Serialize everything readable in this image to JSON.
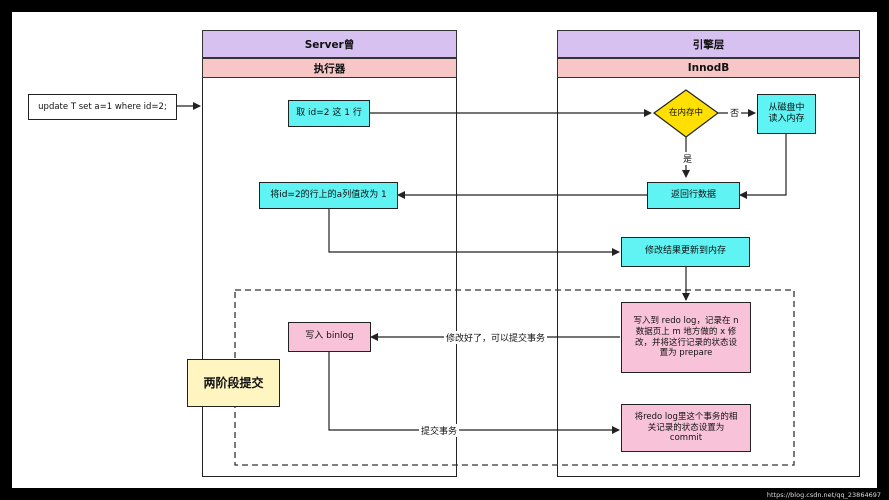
{
  "lanes": {
    "server": {
      "title": "Server曾",
      "subtitle": "执行器"
    },
    "engine": {
      "title": "引擎层",
      "subtitle": "InnodB"
    }
  },
  "nodes": {
    "sql": "update T set a=1 where id=2;",
    "fetch_row": "取 id=2 这 1 行",
    "in_memory": "在内存中",
    "read_disk": "从磁盘中\n读入内存",
    "return_row": "返回行数据",
    "change_value": "将id=2的行上的a列值改为 1",
    "update_memory": "修改结果更新到内存",
    "write_redo": "写入到 redo log，记录在 n\n数据页上 m 地方做的 x 修\n改，并将这行记录的状态设\n置为 prepare",
    "write_binlog": "写入 binlog",
    "two_phase": "两阶段提交",
    "commit_redo": "将redo log里这个事务的相\n关记录的状态设置为\ncommit"
  },
  "edge_labels": {
    "no": "否",
    "yes": "是",
    "done_commit": "修改好了，可以提交事务",
    "commit_tx": "提交事务"
  },
  "footer": "https://blog.csdn.net/qq_23864697"
}
